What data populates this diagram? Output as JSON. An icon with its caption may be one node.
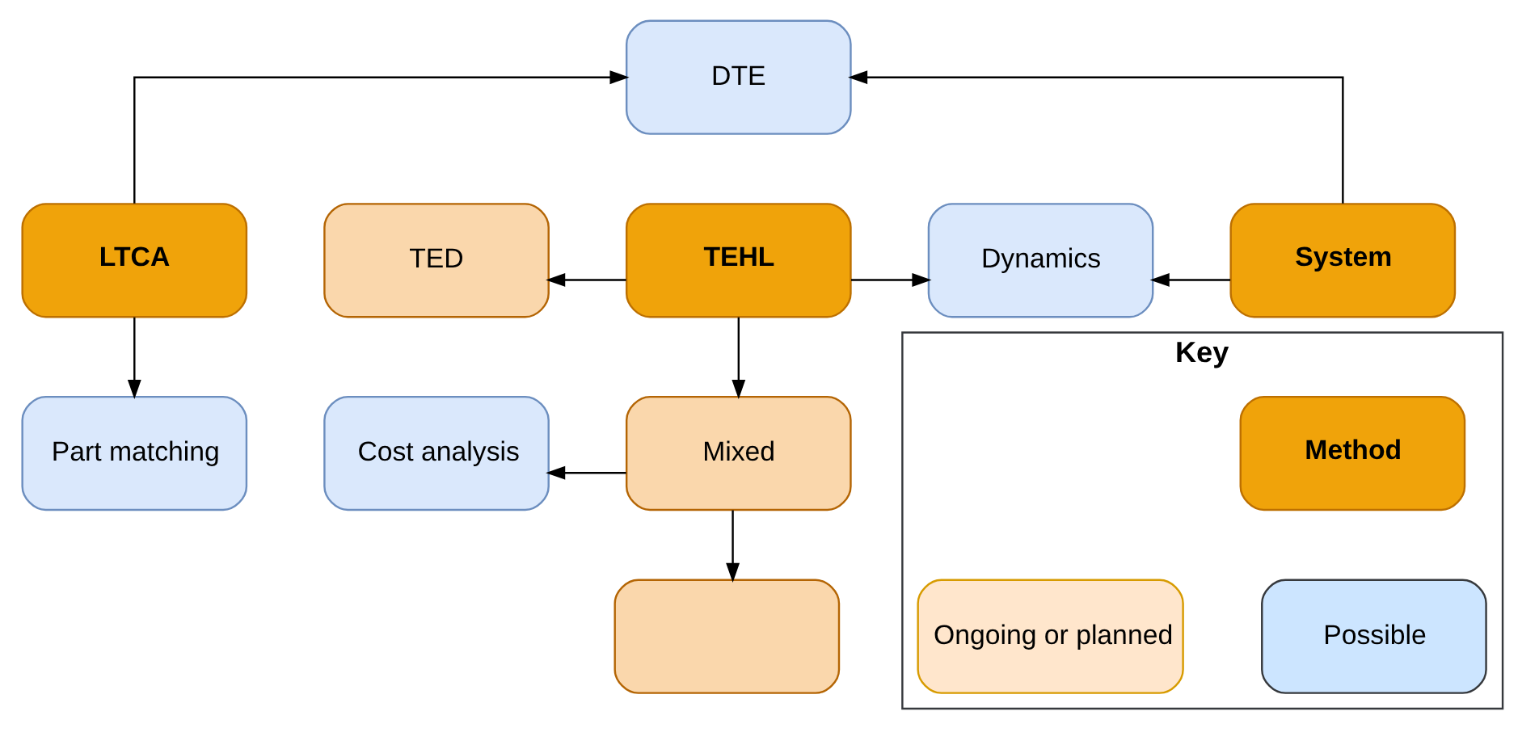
{
  "diagram": {
    "nodes": [
      {
        "text": [
          "DTE"
        ]
      },
      {
        "text": [
          "LTCA"
        ]
      },
      {
        "text": [
          "TED"
        ]
      },
      {
        "text": [
          "TEHL"
        ]
      },
      {
        "text": [
          "Dynamics"
        ]
      },
      {
        "text": [
          "System"
        ]
      },
      {
        "text": [
          "Part matching"
        ]
      },
      {
        "text": [
          "Cost analysis"
        ]
      },
      {
        "text": [
          "Mixed"
        ]
      },
      {
        "text": [],
        "shape": "box"
      },
      {
        "text": [
          "Key"
        ]
      },
      {
        "text": [
          "Method"
        ],
        "in": 10
      },
      {
        "text": [
          "Ongoing or planned"
        ],
        "in": 10
      },
      {
        "text": [
          "Possible"
        ],
        "in": 10
      }
    ],
    "edges": [
      {
        "from": 1,
        "to": 0,
        "arrow": "to"
      },
      {
        "from": 5,
        "to": 0,
        "arrow": "to"
      },
      {
        "from": 3,
        "to": 2,
        "arrow": "to"
      },
      {
        "from": 3,
        "to": 4,
        "arrow": "to"
      },
      {
        "from": 5,
        "to": 4,
        "arrow": "to"
      },
      {
        "from": 1,
        "to": 6,
        "arrow": "to"
      },
      {
        "from": 3,
        "to": 8,
        "arrow": "to"
      },
      {
        "from": 8,
        "to": 7,
        "arrow": "to"
      },
      {
        "from": 8,
        "to": 9,
        "arrow": "to"
      }
    ]
  }
}
